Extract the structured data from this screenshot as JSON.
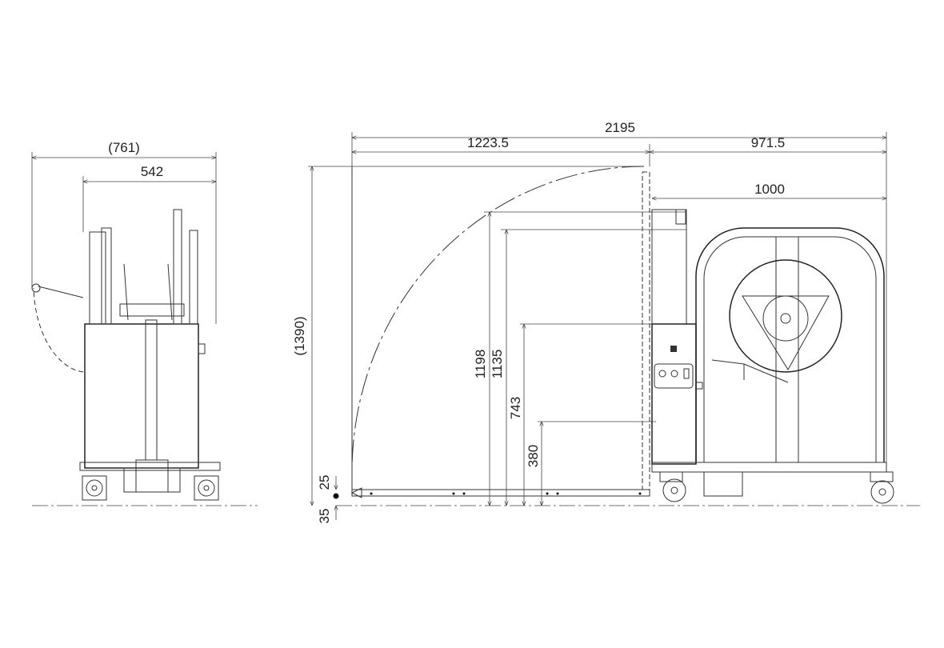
{
  "front_view": {
    "width_overall": "(761)",
    "width_body": "542"
  },
  "side_view": {
    "length_total": "2195",
    "length_left": "1223.5",
    "length_right": "971.5",
    "arch_width": "1000",
    "height_total": "(1390)",
    "height_1198": "1198",
    "height_1135": "1135",
    "height_743": "743",
    "height_380": "380",
    "base_25": "25",
    "base_35": "35"
  }
}
